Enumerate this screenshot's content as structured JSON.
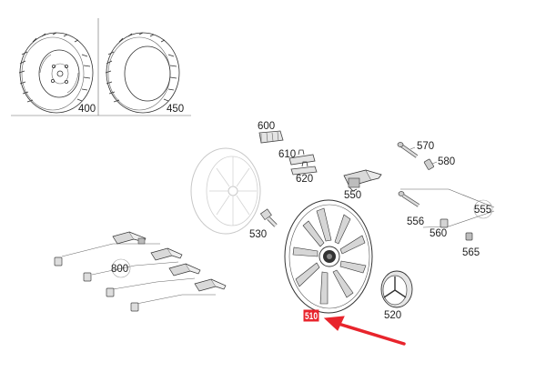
{
  "parts": {
    "p400": "400",
    "p450": "450",
    "p600": "600",
    "p610": "610",
    "p620": "620",
    "p570": "570",
    "p580": "580",
    "p550": "550",
    "p555": "555",
    "p556": "556",
    "p560": "560",
    "p565": "565",
    "p530": "530",
    "p800": "800",
    "p520": "520",
    "p510": "510"
  },
  "highlight": {
    "part": "510",
    "box_color": "#e8242c",
    "arrow_color": "#e8242c"
  }
}
